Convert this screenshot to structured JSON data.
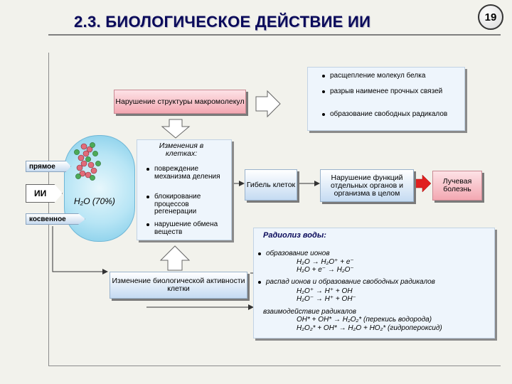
{
  "slide": {
    "title": "2.3. БИОЛОГИЧЕСКОЕ ДЕЙСТВИЕ ИИ",
    "page_number": "19"
  },
  "macro": {
    "box": "Нарушение структуры макромолекул",
    "bullets": [
      "расщепление молекул белка",
      "разрыв наименее прочных связей",
      "образование свободных радикалов"
    ]
  },
  "cell_changes": {
    "header": "Изменения в клетках:",
    "bullets": [
      "повреждение механизма деления",
      "блокирование процессов регенерации",
      "нарушение обмена веществ"
    ]
  },
  "cell": {
    "water": "H₂O (70%)",
    "direct": "прямое",
    "indirect": "косвенное",
    "ii": "ИИ"
  },
  "outcomes": {
    "death": "Гибель клеток",
    "organ_dysfunction": "Нарушение функций отдельных органов и организма в целом",
    "radiation_sickness": "Лучевая болезнь"
  },
  "bio_activity": "Изменение биологической активности клетки",
  "radiolysis": {
    "title": "Радиолиз воды:",
    "ions_title": "образование ионов",
    "ions_eq1": "H₂O → H₂O⁺ + e⁻",
    "ions_eq2": "H₂O + e⁻ → H₂O⁻",
    "decay_title": "распад ионов и образование свободных радикалов",
    "decay_eq1": "H₂O⁺ → H⁺ + OH",
    "decay_eq2": "H₂O⁻ → H⁺ + OH⁻",
    "interaction_title": "взаимодействие радикалов",
    "int_eq1": "OH* + OH* → H₂O₂* (перекись водорода)",
    "int_eq2": "H₂O₂* + OH* → H₂O + HO₂* (гидропероксид)"
  }
}
